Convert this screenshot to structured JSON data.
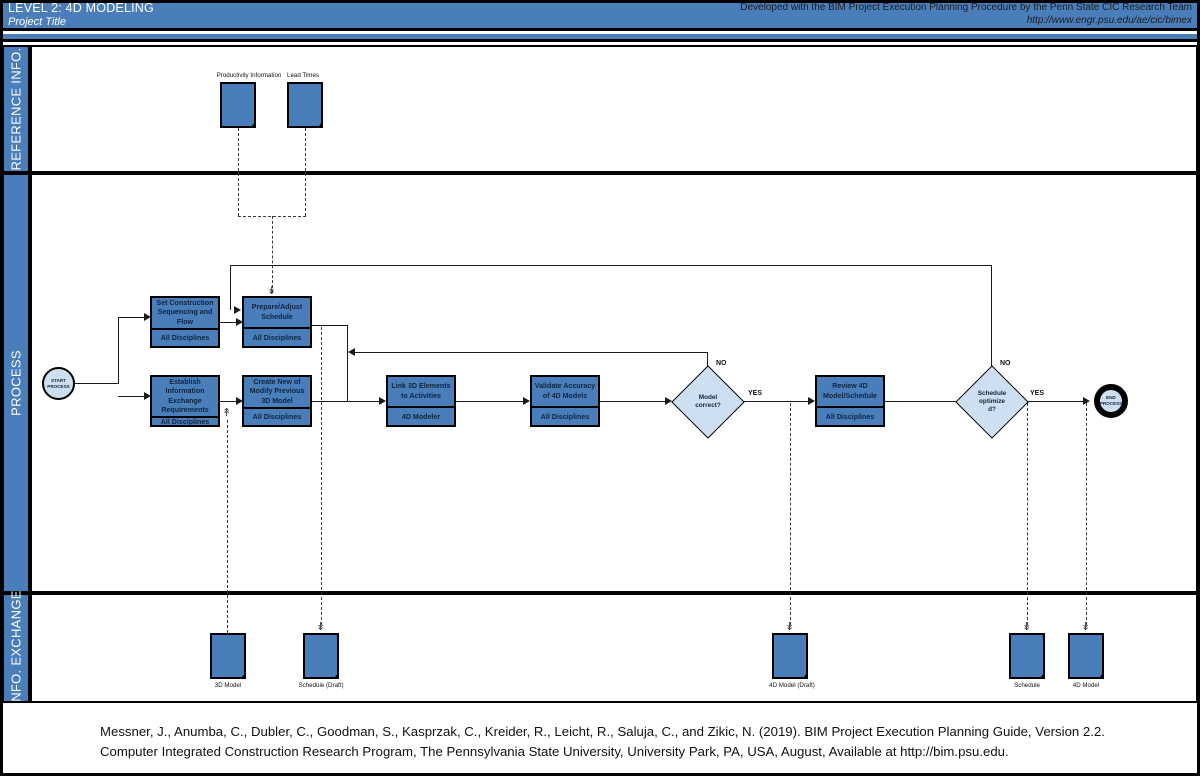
{
  "header": {
    "level_title": "LEVEL 2:  4D MODELING",
    "project_title": "Project Title",
    "developed_by": "Developed with the BIM Project Execution Planning Procedure by the Penn State CIC Research Team",
    "url": "http://www.engr.psu.edu/ae/cic/bimex"
  },
  "lanes": [
    {
      "id": "reference",
      "label": "REFERENCE INFO."
    },
    {
      "id": "process",
      "label": "PROCESS"
    },
    {
      "id": "exchange",
      "label": "INFO. EXCHANGE"
    }
  ],
  "events": {
    "start": {
      "label": "START\nPROCESS",
      "line1": "START",
      "line2": "PROCESS"
    },
    "end": {
      "label": "END\nPROCESS",
      "line1": "END",
      "line2": "PROCESS"
    }
  },
  "process_boxes": [
    {
      "id": "set-construction-sequencing",
      "title": "Set Construction Sequencing and Flow",
      "role": "All Disciplines"
    },
    {
      "id": "prepare-adjust-schedule",
      "title": "Prepare/Adjust Schedule",
      "role": "All Disciplines"
    },
    {
      "id": "establish-info-exchange",
      "title": "Establish Information Exchange Requirements",
      "role": "All Disciplines"
    },
    {
      "id": "create-modify-3d-model",
      "title": "Create New of Modify  Previous 3D Model",
      "role": "All Disciplines"
    },
    {
      "id": "link-3d-elements",
      "title": "Link 3D Elements to Activities",
      "role": "4D Modeler"
    },
    {
      "id": "validate-accuracy",
      "title": "Validate Accuracy of 4D Models",
      "role": "All Disciplines"
    },
    {
      "id": "review-4d-model",
      "title": "Review 4D Model/Schedule",
      "role": "All Disciplines"
    }
  ],
  "decisions": [
    {
      "id": "model-correct",
      "label": "Model correct?",
      "line1": "Model",
      "line2": "correct?",
      "line3": "",
      "yes": "YES",
      "no": "NO"
    },
    {
      "id": "schedule-optimized",
      "label": "Schedule optimized?",
      "line1": "Schedule",
      "line2": "optimize",
      "line3": "d?",
      "yes": "YES",
      "no": "NO"
    }
  ],
  "reference_documents": [
    {
      "id": "productivity-information",
      "label": "Productivity Information"
    },
    {
      "id": "lead-times",
      "label": "Lead Times"
    }
  ],
  "exchange_documents": [
    {
      "id": "3d-model",
      "label": "3D Model"
    },
    {
      "id": "schedule-draft",
      "label": "Schedule (Draft)"
    },
    {
      "id": "4d-model-draft",
      "label": "4D Model (Draft)"
    },
    {
      "id": "schedule",
      "label": "Schedule"
    },
    {
      "id": "4d-model",
      "label": "4D Model"
    }
  ],
  "citation": {
    "line1": "Messner, J., Anumba, C., Dubler, C., Goodman, S., Kasprzak, C., Kreider, R., Leicht, R., Saluja, C., and Zikic, N. (2019). BIM Project Execution Planning Guide, Version 2.2.",
    "line2": "Computer Integrated Construction Research Program, The Pennsylvania State University, University Park, PA, USA, August, Available at http://bim.psu.edu."
  },
  "colors": {
    "header_blue": "#4a7ebb",
    "box_fill": "#4a7ebb",
    "diamond_fill": "#cfdff2",
    "outline": "#000000",
    "connector": "#1a1a1a"
  }
}
